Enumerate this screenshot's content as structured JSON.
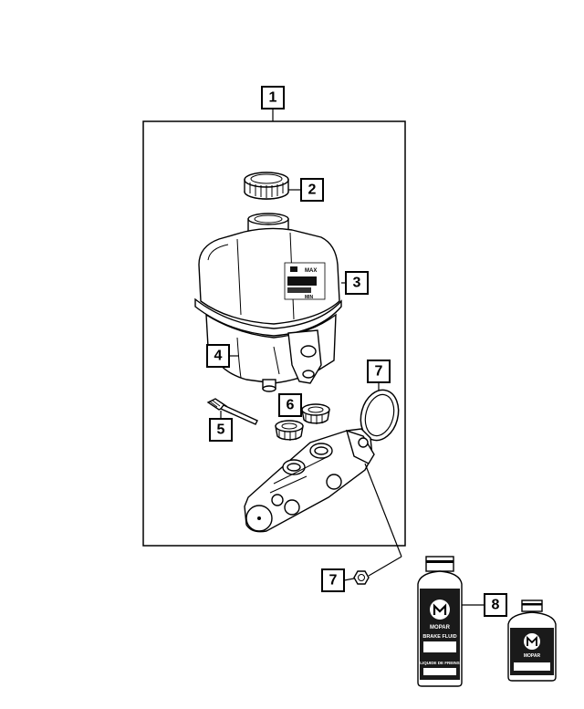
{
  "callouts": {
    "c1": "1",
    "c2": "2",
    "c3": "3",
    "c4": "4",
    "c5": "5",
    "c6": "6",
    "c7a": "7",
    "c7b": "7",
    "c8": "8"
  },
  "reservoir_cap": {
    "label_line1": "MAX",
    "label_line2": "MIN"
  },
  "fluid_bottle": {
    "brand": "MOPAR",
    "product": "BRAKE FLUID",
    "product_fr": "LIQUIDE DE FREINS"
  }
}
